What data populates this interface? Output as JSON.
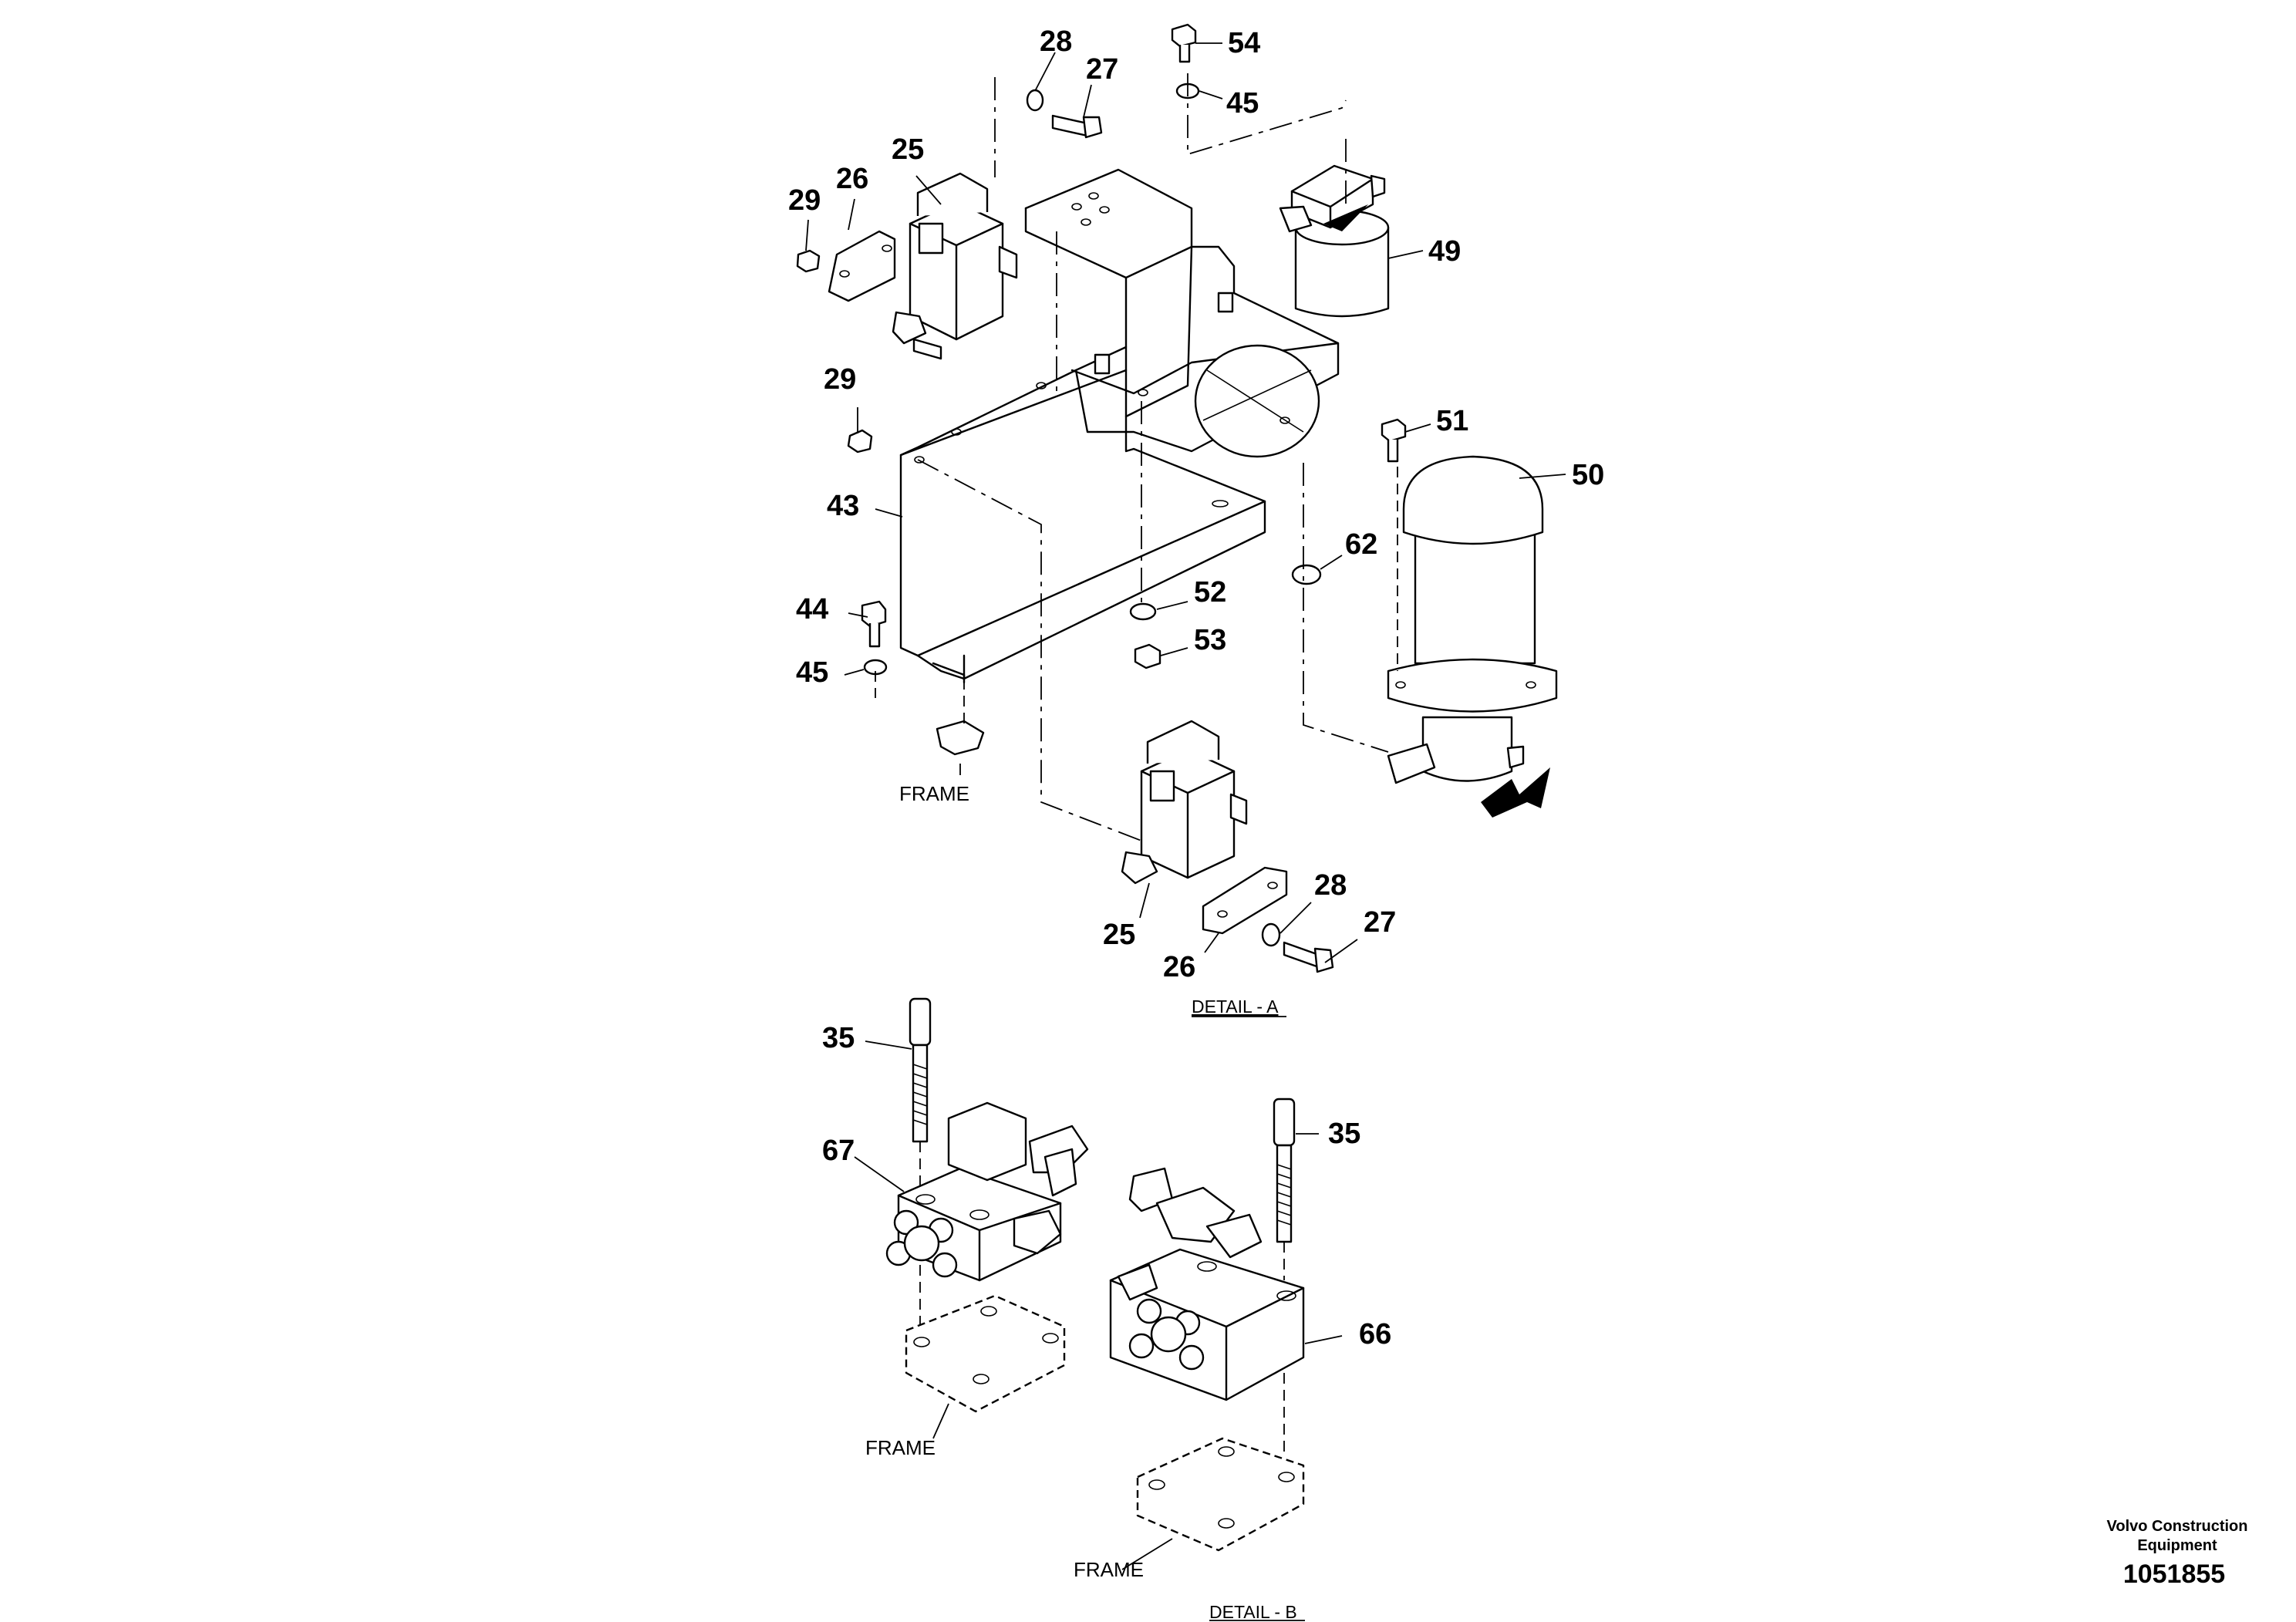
{
  "callouts": [
    "28",
    "54",
    "27",
    "45",
    "25",
    "29",
    "26",
    "49",
    "29",
    "51",
    "50",
    "43",
    "62",
    "52",
    "44",
    "53",
    "45",
    "28",
    "27",
    "25",
    "26",
    "35",
    "67",
    "35",
    "66"
  ],
  "labels": {
    "frame": "FRAME",
    "detail_a": "DETAIL - A",
    "detail_b": "DETAIL - B"
  },
  "footer": {
    "brand_line1": "Volvo Construction",
    "brand_line2": "Equipment",
    "doc_number": "1051855"
  }
}
